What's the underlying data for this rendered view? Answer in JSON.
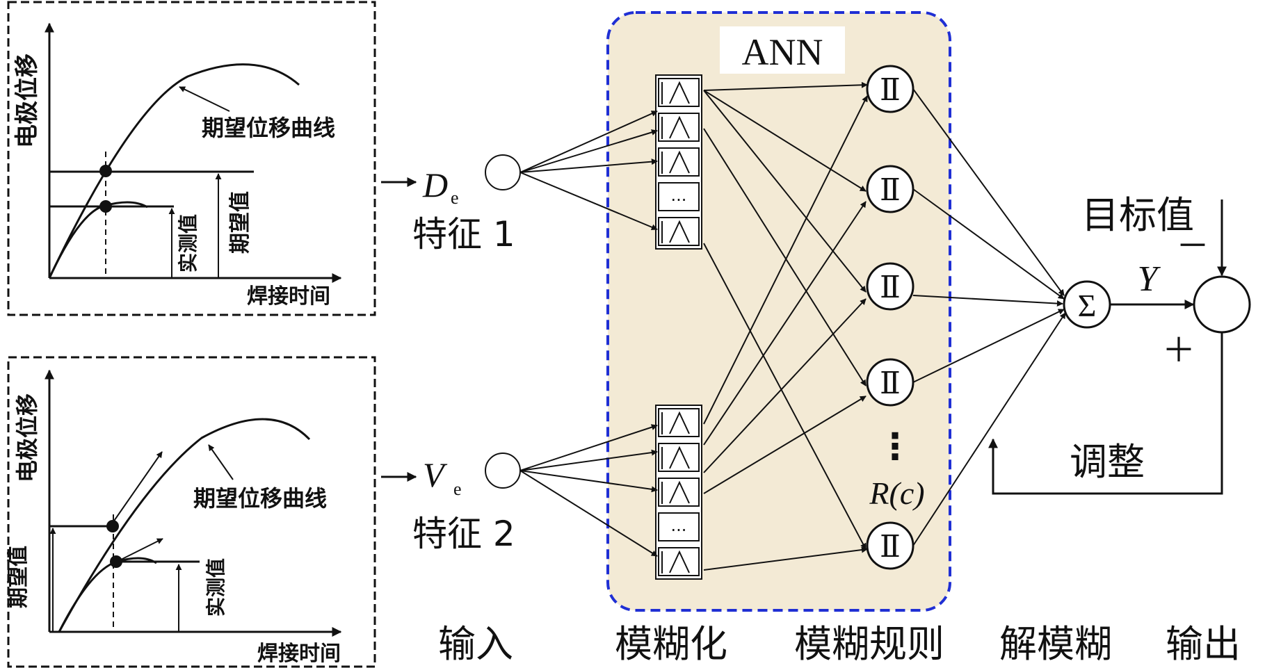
{
  "panels": {
    "top": {
      "y_axis": "电极位移",
      "x_axis": "焊接时间",
      "curve_label": "期望位移曲线",
      "expected_label": "期望值",
      "measured_label": "实测值"
    },
    "bottom": {
      "y_axis": "电极位移",
      "x_axis": "焊接时间",
      "curve_label": "期望位移曲线",
      "expected_label": "期望值",
      "measured_label": "实测值"
    }
  },
  "inputs": {
    "de_letter": "D",
    "de_sub": "e",
    "feature1": "特征 1",
    "ve_letter": "V",
    "ve_sub": "e",
    "feature2": "特征 2"
  },
  "fuzzy": {
    "ann_label": "ANN",
    "rule_symbol": "Ⅱ",
    "rule_node_label": "R(c)",
    "ellipsis": "...",
    "vdots": "⋮"
  },
  "output": {
    "sum_symbol": "Σ",
    "y_label": "Y",
    "target_label": "目标值",
    "minus": "－",
    "plus": "＋",
    "adjust_label": "调整"
  },
  "stages": [
    "输入",
    "模糊化",
    "模糊规则",
    "解模糊",
    "输出"
  ],
  "colors": {
    "fuzzy_fill": "#f3ead5",
    "fuzzy_border": "#1f2fd4"
  }
}
